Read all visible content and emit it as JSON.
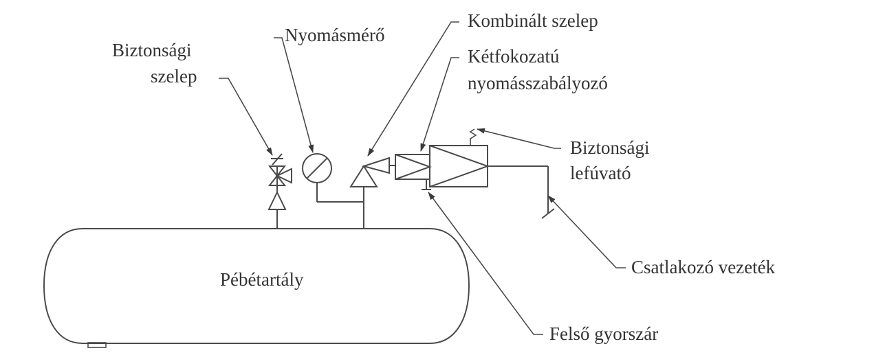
{
  "labels": {
    "safety_valve_line1": "Biztonsági",
    "safety_valve_line2": "szelep",
    "pressure_gauge": "Nyomásmérő",
    "combined_valve": "Kombinált szelep",
    "regulator_line1": "Kétfokozatú",
    "regulator_line2": "nyomásszabályozó",
    "relief_line1": "Biztonsági",
    "relief_line2": "lefúvató",
    "connecting_pipe": "Csatlakozó vezeték",
    "top_quick_shutoff": "Felső gyorszár",
    "tank": "Pébétartály"
  }
}
